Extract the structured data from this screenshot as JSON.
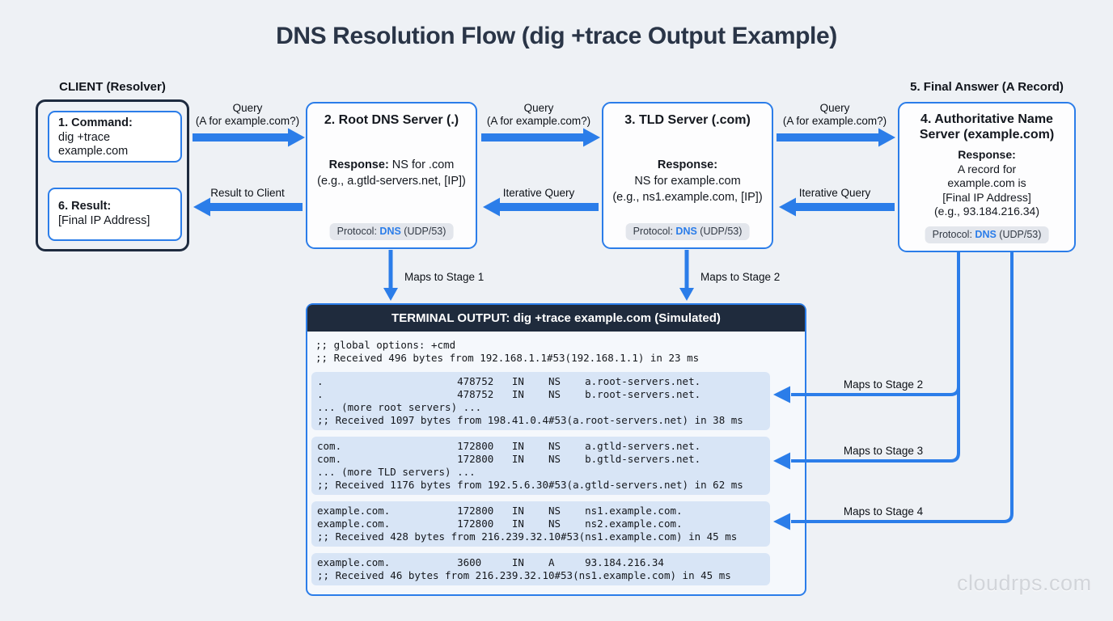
{
  "title": "DNS Resolution Flow (dig +trace Output Example)",
  "watermark": "cloudrps.com",
  "colors": {
    "background": "#eef1f5",
    "accent_blue": "#2b7de9",
    "dark_navy": "#1f2b3d",
    "terminal_highlight": "#d8e5f6",
    "badge_bg": "#e3e6ec"
  },
  "client": {
    "label": "CLIENT (Resolver)",
    "command": {
      "heading": "1. Command:",
      "lines": [
        "dig +trace",
        "example.com"
      ]
    },
    "result": {
      "heading": "6. Result:",
      "lines": [
        "[Final IP Address]"
      ]
    }
  },
  "final_answer_label": "5. Final Answer (A Record)",
  "stages": {
    "root": {
      "title": "2. Root DNS Server (.)",
      "response_label": "Response:",
      "response_inline": " NS for .com",
      "response_note": "(e.g., a.gtld-servers.net, [IP])"
    },
    "tld": {
      "title": "3. TLD Server (.com)",
      "response_label": "Response:",
      "response_lines": [
        "NS for example.com",
        "(e.g., ns1.example.com, [IP])"
      ]
    },
    "auth": {
      "title_lines": [
        "4. Authoritative Name",
        "Server (example.com)"
      ],
      "response_label": "Response:",
      "response_lines": [
        "A record for",
        "example.com is",
        "[Final IP Address]",
        "(e.g., 93.184.216.34)"
      ]
    }
  },
  "protocol": {
    "prefix": "Protocol: ",
    "name": "DNS",
    "suffix": " (UDP/53)"
  },
  "arrows": {
    "query_line1": "Query",
    "query_line2": "(A for example.com?)",
    "result_to_client": "Result to Client",
    "iterative_query": "Iterative Query",
    "maps_to_stage_1": "Maps to Stage 1",
    "maps_to_stage_2": "Maps to Stage 2",
    "maps_to_stage_3": "Maps to Stage 3",
    "maps_to_stage_4": "Maps to Stage 4"
  },
  "terminal": {
    "header": "TERMINAL OUTPUT: dig +trace example.com (Simulated)",
    "intro_lines": [
      ";; global options: +cmd",
      ";; Received 496 bytes from 192.168.1.1#53(192.168.1.1) in 23 ms"
    ],
    "blocks": [
      {
        "lines": [
          ".                      478752   IN    NS    a.root-servers.net.",
          ".                      478752   IN    NS    b.root-servers.net.",
          "... (more root servers) ...",
          ";; Received 1097 bytes from 198.41.0.4#53(a.root-servers.net) in 38 ms"
        ]
      },
      {
        "lines": [
          "com.                   172800   IN    NS    a.gtld-servers.net.",
          "com.                   172800   IN    NS    b.gtld-servers.net.",
          "... (more TLD servers) ...",
          ";; Received 1176 bytes from 192.5.6.30#53(a.gtld-servers.net) in 62 ms"
        ]
      },
      {
        "lines": [
          "example.com.           172800   IN    NS    ns1.example.com.",
          "example.com.           172800   IN    NS    ns2.example.com.",
          ";; Received 428 bytes from 216.239.32.10#53(ns1.example.com) in 45 ms"
        ]
      },
      {
        "lines": [
          "example.com.           3600     IN    A     93.184.216.34",
          ";; Received 46 bytes from 216.239.32.10#53(ns1.example.com) in 45 ms"
        ]
      }
    ]
  }
}
